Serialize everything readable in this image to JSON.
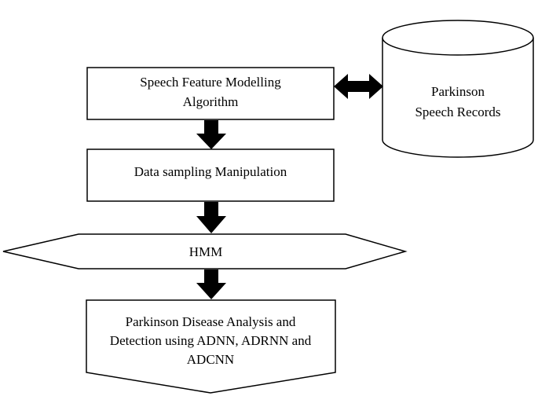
{
  "nodes": {
    "feature_model": {
      "line1": "Speech Feature Modelling",
      "line2": "Algorithm"
    },
    "records": {
      "line1": "Parkinson",
      "line2": "Speech Records"
    },
    "sampling": {
      "line1": "Data sampling Manipulation"
    },
    "hmm": {
      "line1": "HMM"
    },
    "analysis": {
      "line1": "Parkinson Disease Analysis and",
      "line2": "Detection using ADNN, ADRNN and",
      "line3": "ADCNN"
    }
  },
  "edges": [
    {
      "from": "feature_model",
      "to": "records",
      "style": "double-arrow"
    },
    {
      "from": "feature_model",
      "to": "sampling",
      "style": "block-arrow"
    },
    {
      "from": "sampling",
      "to": "hmm",
      "style": "block-arrow"
    },
    {
      "from": "hmm",
      "to": "analysis",
      "style": "block-arrow"
    }
  ]
}
